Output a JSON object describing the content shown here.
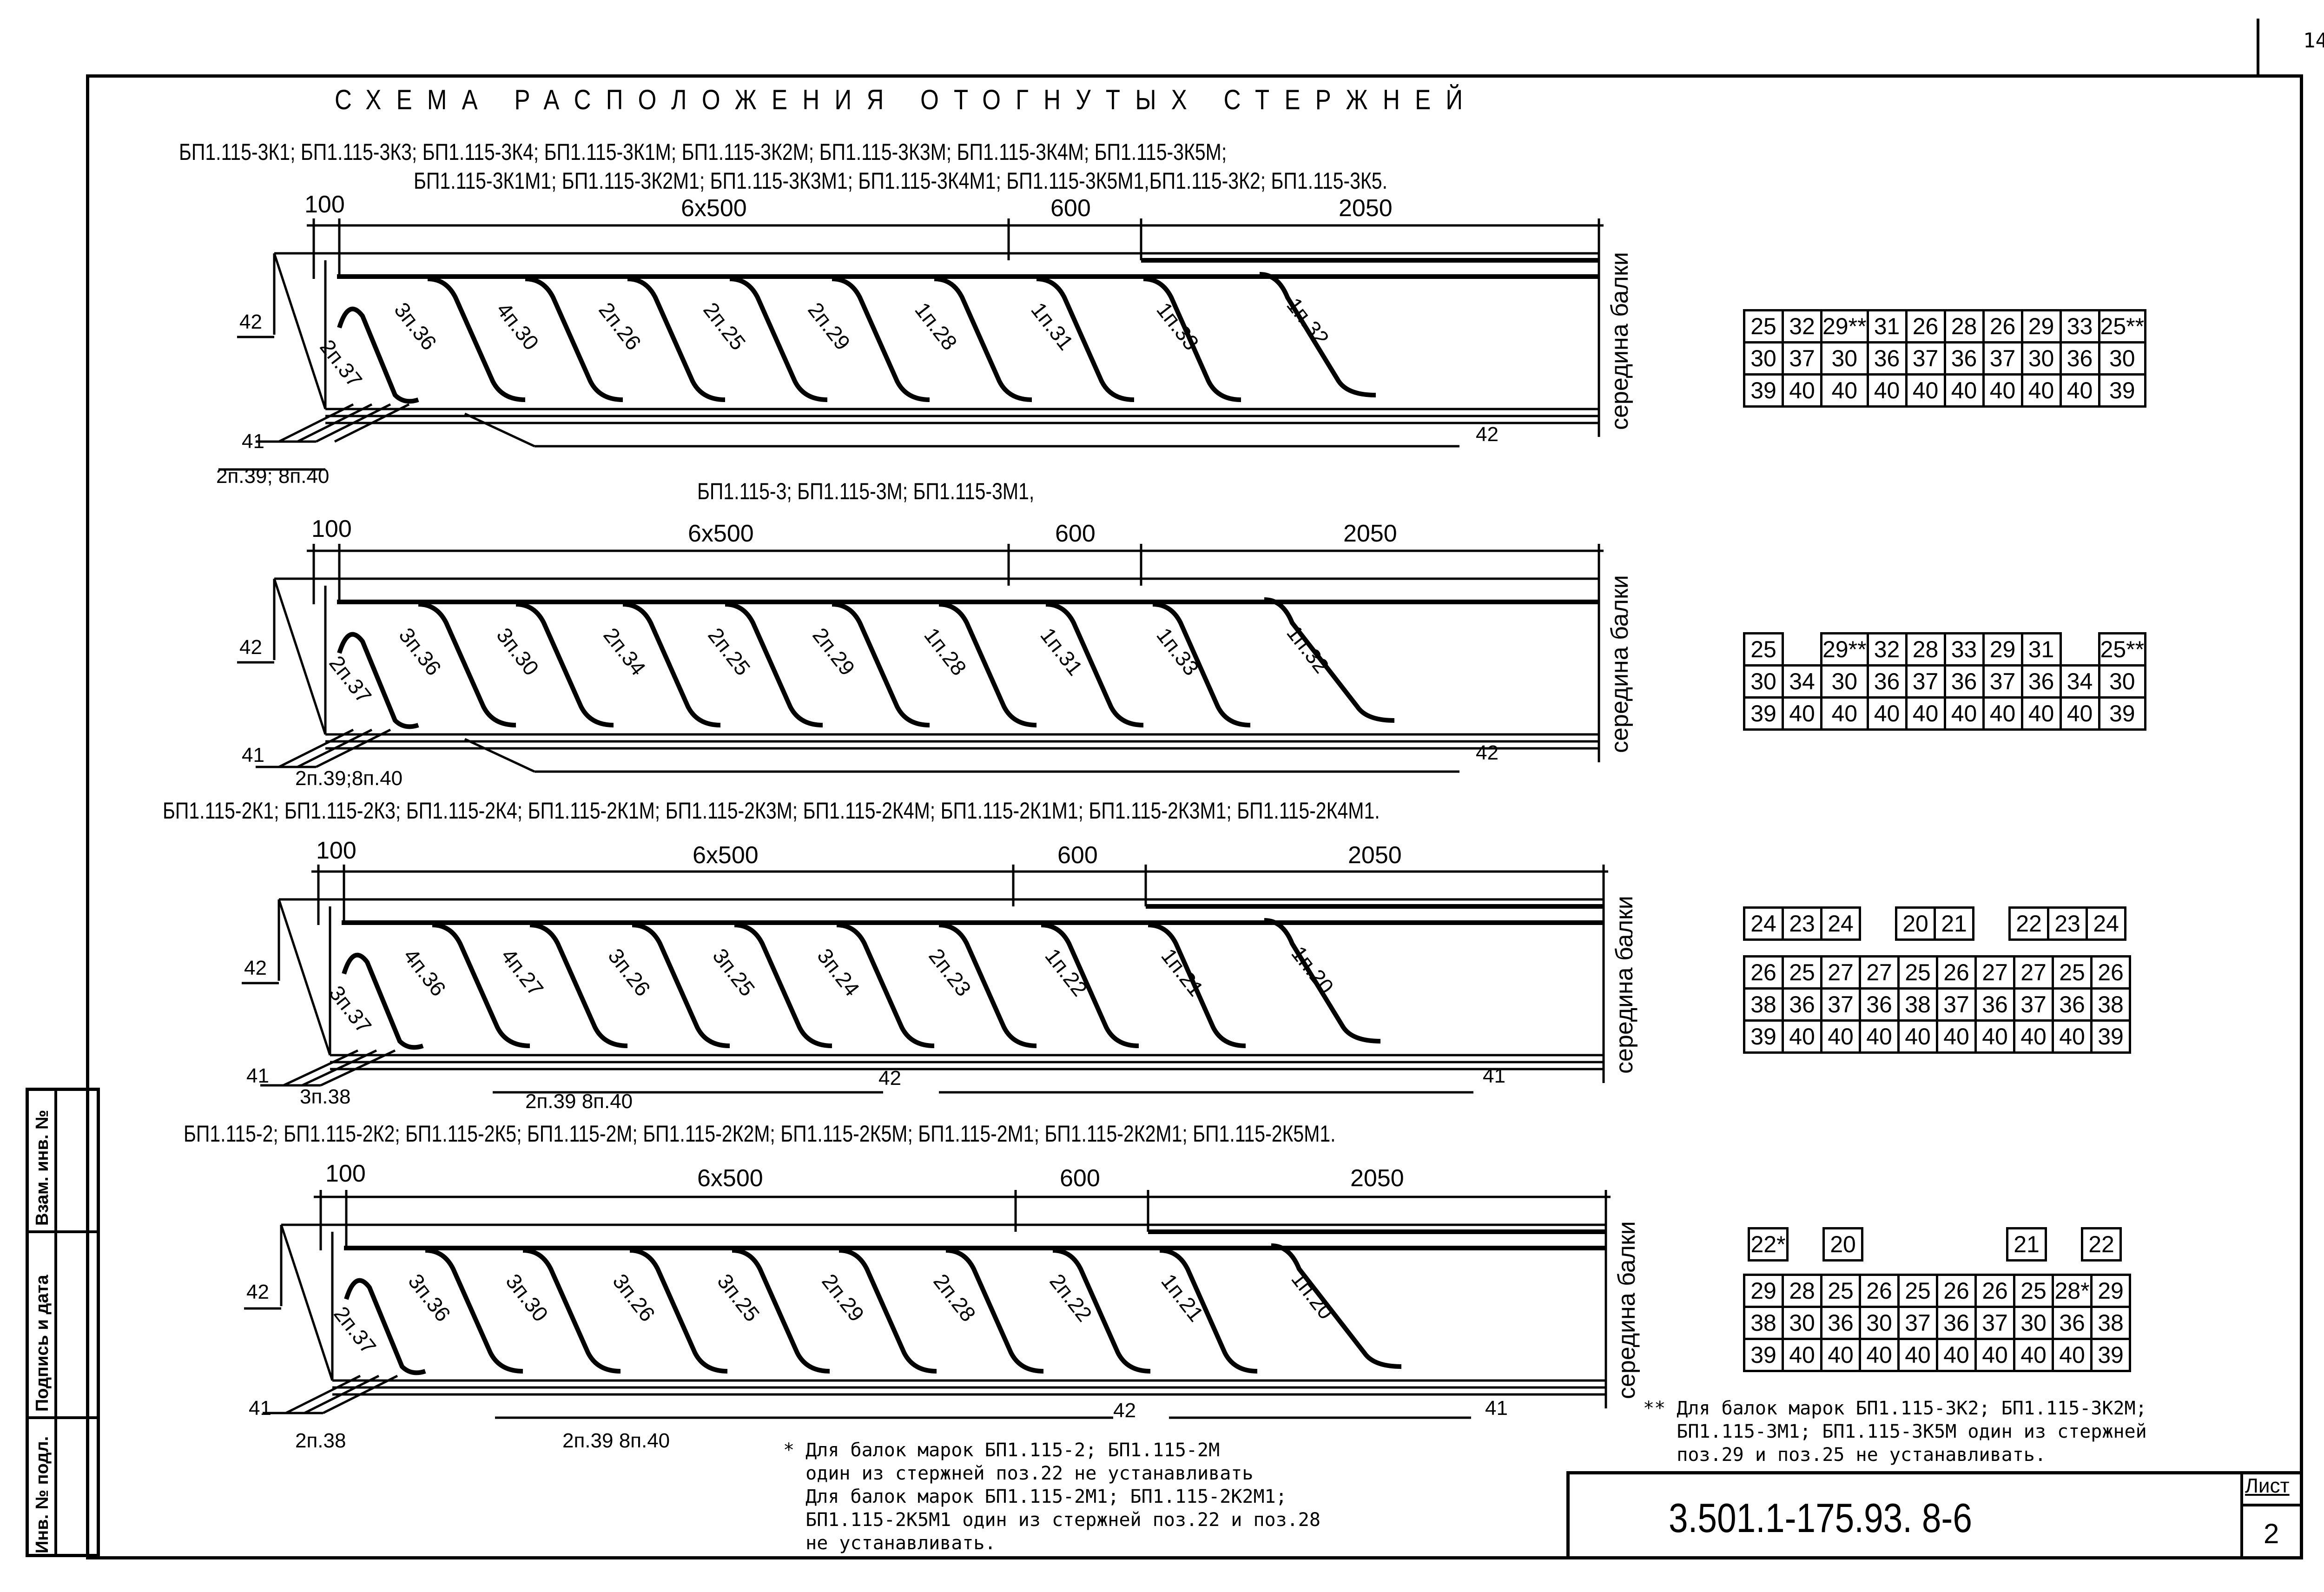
{
  "page": {
    "number": "14"
  },
  "title": "СХЕМА РАСПОЛОЖЕНИЯ ОТОГНУТЫХ СТЕРЖНЕЙ",
  "sections": [
    {
      "marks_line1": "БП1.115-3К1;   БП1.115-3К3; БП1.115-3К4;   БП1.115-3К1М; БП1.115-3К2М; БП1.115-3К3М; БП1.115-3К4М; БП1.115-3К5М;",
      "marks_line2": "БП1.115-3К1М1; БП1.115-3К2М1; БП1.115-3К3М1; БП1.115-3К4М1; БП1.115-3К5М1,БП1.115-3К2; БП1.115-3К5.",
      "dims": [
        "100",
        "6x500",
        "600",
        "2050"
      ],
      "rods": [
        "2п.37",
        "3п.36",
        "4п.30",
        "2п.26",
        "2п.25",
        "2п.29",
        "1п.28",
        "1п.31",
        "1п.33",
        "1п.32"
      ],
      "left_mark": "42",
      "bottom_left_mark": "41",
      "bottom_right_mark": "42",
      "bottom_labels": [
        "2п.39; 8п.40"
      ],
      "side_label": "середина балки",
      "table_top_boxes": [],
      "table": [
        [
          "25",
          "32",
          "29**",
          "31",
          "26",
          "28",
          "26",
          "29",
          "33",
          "25**"
        ],
        [
          "30",
          "37",
          "30",
          "36",
          "37",
          "36",
          "37",
          "30",
          "36",
          "30"
        ],
        [
          "39",
          "40",
          "40",
          "40",
          "40",
          "40",
          "40",
          "40",
          "40",
          "39"
        ]
      ]
    },
    {
      "marks_line1": "БП1.115-3;   БП1.115-3М;   БП1.115-3М1,",
      "marks_line2": "",
      "dims": [
        "100",
        "6x500",
        "600",
        "2050"
      ],
      "rods": [
        "2п.37",
        "3п.36",
        "3п.30",
        "2п.34",
        "2п.25",
        "2п.29",
        "1п.28",
        "1п.31",
        "1п.33",
        "1п.32"
      ],
      "left_mark": "42",
      "bottom_left_mark": "41",
      "bottom_right_mark": "42",
      "bottom_labels": [
        "2п.39;8п.40"
      ],
      "side_label": "середина балки",
      "table_top_boxes": [],
      "table": [
        [
          "25",
          "",
          "29**",
          "32",
          "28",
          "33",
          "29",
          "31",
          "",
          "25**"
        ],
        [
          "30",
          "34",
          "30",
          "36",
          "37",
          "36",
          "37",
          "36",
          "34",
          "30"
        ],
        [
          "39",
          "40",
          "40",
          "40",
          "40",
          "40",
          "40",
          "40",
          "40",
          "39"
        ]
      ]
    },
    {
      "marks_line1": "БП1.115-2К1; БП1.115-2К3; БП1.115-2К4;     БП1.115-2К1М; БП1.115-2К3М; БП1.115-2К4М;      БП1.115-2К1М1; БП1.115-2К3М1; БП1.115-2К4М1.",
      "marks_line2": "",
      "dims": [
        "100",
        "6x500",
        "600",
        "2050"
      ],
      "rods": [
        "3п.37",
        "4п.36",
        "4п.27",
        "3п.26",
        "3п.25",
        "3п.24",
        "2п.23",
        "1п.22",
        "1п.21",
        "1п.20"
      ],
      "left_mark": "42",
      "bottom_left_mark": "41",
      "bottom_right_mark": "41",
      "bottom_mid_mark": "42",
      "bottom_labels": [
        "3п.38",
        "2п.39  8п.40"
      ],
      "side_label": "середина балки",
      "table_top_boxes": [
        "24",
        "23",
        "24",
        "",
        "20",
        "21",
        "",
        "22",
        "23",
        "24"
      ],
      "table": [
        [
          "26",
          "25",
          "27",
          "27",
          "25",
          "26",
          "27",
          "27",
          "25",
          "26"
        ],
        [
          "38",
          "36",
          "37",
          "36",
          "38",
          "37",
          "36",
          "37",
          "36",
          "38"
        ],
        [
          "39",
          "40",
          "40",
          "40",
          "40",
          "40",
          "40",
          "40",
          "40",
          "39"
        ]
      ]
    },
    {
      "marks_line1": "БП1.115-2; БП1.115-2К2; БП1.115-2К5;     БП1.115-2М; БП1.115-2К2М; БП1.115-2К5М;      БП1.115-2М1; БП1.115-2К2М1; БП1.115-2К5М1.",
      "marks_line2": "",
      "dims": [
        "100",
        "6x500",
        "600",
        "2050"
      ],
      "rods": [
        "2п.37",
        "3п.36",
        "3п.30",
        "3п.26",
        "3п.25",
        "2п.29",
        "2п.28",
        "2п.22",
        "1п.21",
        "1п.20"
      ],
      "left_mark": "42",
      "bottom_left_mark": "41",
      "bottom_right_mark": "41",
      "bottom_mid_mark": "42",
      "bottom_labels": [
        "2п.38",
        "2п.39  8п.40"
      ],
      "side_label": "середина балки",
      "table_top_boxes": [
        "22*",
        "",
        "20",
        "",
        "",
        "",
        "",
        "21",
        "",
        "22"
      ],
      "table": [
        [
          "29",
          "28",
          "25",
          "26",
          "25",
          "26",
          "26",
          "25",
          "28*",
          "29"
        ],
        [
          "38",
          "30",
          "36",
          "30",
          "37",
          "36",
          "37",
          "30",
          "36",
          "38"
        ],
        [
          "39",
          "40",
          "40",
          "40",
          "40",
          "40",
          "40",
          "40",
          "40",
          "39"
        ]
      ]
    }
  ],
  "notes": {
    "single_star": "* Для балок марок БП1.115-2; БП1.115-2М\n  один из стержней поз.22 не устанавливать\n  Для балок марок БП1.115-2М1; БП1.115-2К2М1;\n  БП1.115-2К5М1 один из стержней поз.22 и поз.28\n  не устанавливать.",
    "double_star": "** Для балок марок БП1.115-3К2; БП1.115-3К2М;\n   БП1.115-3М1; БП1.115-3К5М один из стержней\n   поз.29 и поз.25 не устанавливать."
  },
  "title_block": {
    "code": "3.501.1-175.93.   8-6",
    "sheet_label": "Лист",
    "sheet_value": "2"
  },
  "stamp_sidebar": {
    "labels": [
      "Взам. инв. №",
      "Подпись и дата",
      "Инв. № подл."
    ]
  }
}
